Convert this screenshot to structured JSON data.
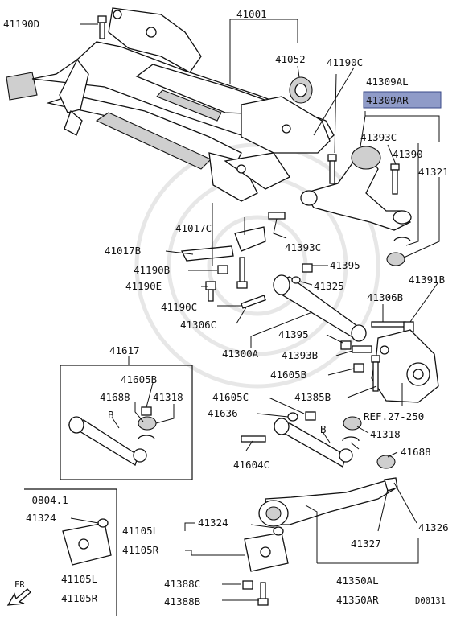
{
  "labels": {
    "l41190D": "41190D",
    "l41001": "41001",
    "l41052": "41052",
    "l41190C": "41190C",
    "l41309AL": "41309AL",
    "l41309AR": "41309AR",
    "l41393C_top": "41393C",
    "l41390": "41390",
    "l41321": "41321",
    "l41017C": "41017C",
    "l41393C_mid": "41393C",
    "l41017B": "41017B",
    "l41190B": "41190B",
    "l41395_top": "41395",
    "l41325": "41325",
    "l41190E": "41190E",
    "l41190C_low": "41190C",
    "l41306B": "41306B",
    "l41391B": "41391B",
    "l41306C": "41306C",
    "l41395_low": "41395",
    "l41300A": "41300A",
    "l41393B": "41393B",
    "l41617": "41617",
    "l41605B_box": "41605B",
    "l41605B": "41605B",
    "l41688_box": "41688",
    "l41318_box": "41318",
    "l41605C": "41605C",
    "l41385B": "41385B",
    "lB_box": "B",
    "l41636": "41636",
    "lREF": "REF.27-250",
    "lB_main": "B",
    "l41318": "41318",
    "l41604C": "41604C",
    "l41688": "41688",
    "l0804": "-0804.1",
    "l41324_box": "41324",
    "l41105L": "41105L",
    "l41324": "41324",
    "l41105R": "41105R",
    "l41326": "41326",
    "l41327": "41327",
    "l41105L_box": "41105L",
    "l41105R_box": "41105R",
    "l41388C": "41388C",
    "l41350AL": "41350AL",
    "l41388B": "41388B",
    "l41350AR": "41350AR",
    "lFR": "FR",
    "lCode": "D00131"
  },
  "colors": {
    "highlight_fill": "#8f9bc8",
    "line": "#111111",
    "shading": "#cfcfcf"
  },
  "icons": {
    "front_indicator": "fr-arrow-icon"
  }
}
